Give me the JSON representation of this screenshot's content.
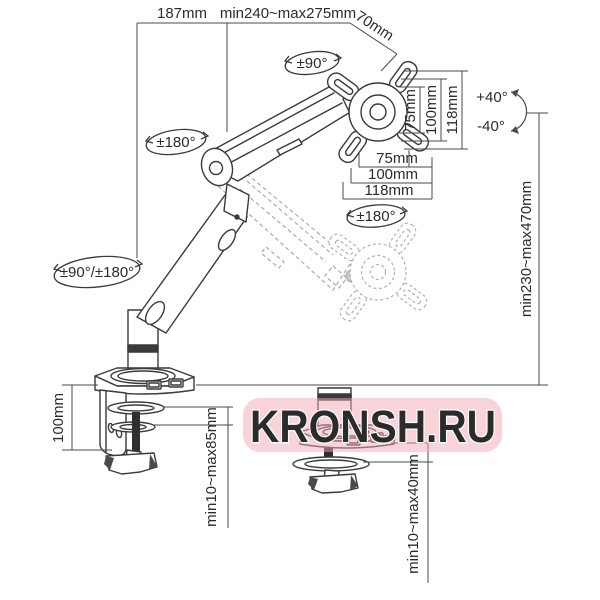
{
  "diagram": {
    "title": "monitor-arm-dimension-drawing",
    "rotation_labels": {
      "head_swivel": "±90°",
      "elbow_rotation": "±180°",
      "base_rotation": "±90°/±180°",
      "vesa_rotation": "±180°",
      "tilt_up": "+40°",
      "tilt_down": "-40°"
    },
    "dimensions": {
      "arm_front_length": "187mm",
      "arm_rear_length": "min240~max275mm",
      "head_offset": "70mm",
      "vesa_vertical": [
        "75mm",
        "100mm",
        "118mm"
      ],
      "vesa_horizontal": [
        "75mm",
        "100mm",
        "118mm"
      ],
      "height_range": "min230~max470mm",
      "clamp_body_height": "100mm",
      "clamp_desk_thickness": "min10~max85mm",
      "grommet_desk_thickness": "min10~max40mm"
    }
  },
  "watermark": {
    "text": "KRONSH.RU",
    "band_color": "#f6ccd3",
    "text_color": "#e77d8c"
  },
  "colors": {
    "line": "#3a3a3a",
    "ghost_line": "#ababab",
    "dimension_line": "#4a4a4a",
    "background": "#ffffff"
  }
}
